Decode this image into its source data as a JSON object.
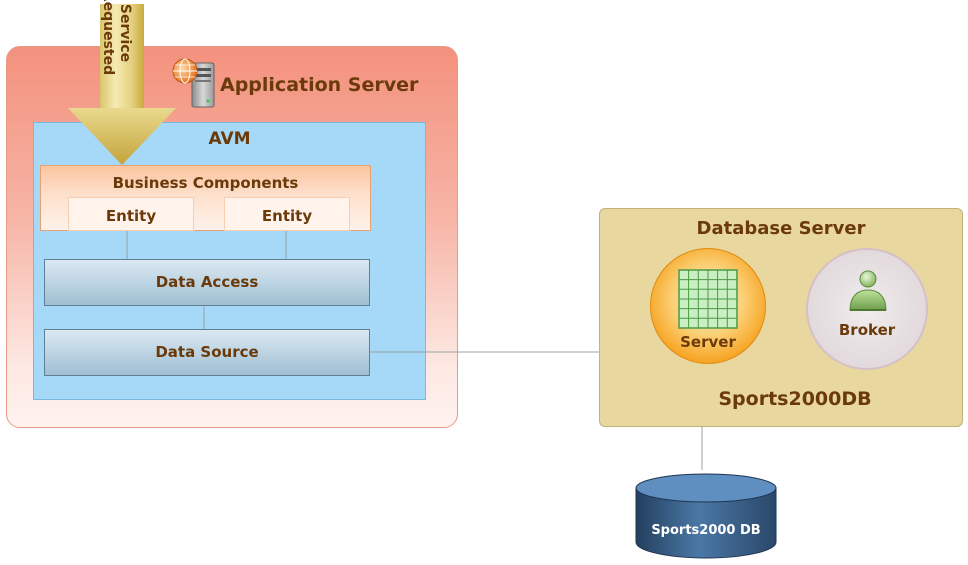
{
  "application_server": {
    "title": "Application Server",
    "arrow_label_line1": "Service",
    "arrow_label_line2": "Requested",
    "avm": {
      "title": "AVM",
      "business_components": {
        "title": "Business Components",
        "entities": [
          "Entity",
          "Entity"
        ]
      },
      "data_access": "Data Access",
      "data_source": "Data Source"
    }
  },
  "database_server": {
    "title": "Database Server",
    "server_label": "Server",
    "broker_label": "Broker",
    "database_name": "Sports2000DB"
  },
  "database": {
    "label": "Sports2000 DB"
  },
  "colors": {
    "label_text": "#6b3a0a",
    "app_server_fill": "#f3917d",
    "avm_fill": "#a6d8f7",
    "db_server_fill": "#e8d89f",
    "server_orange": "#f6a21f",
    "arrow_gold": "#d4b84a",
    "cylinder_blue": "#3f6a95"
  }
}
